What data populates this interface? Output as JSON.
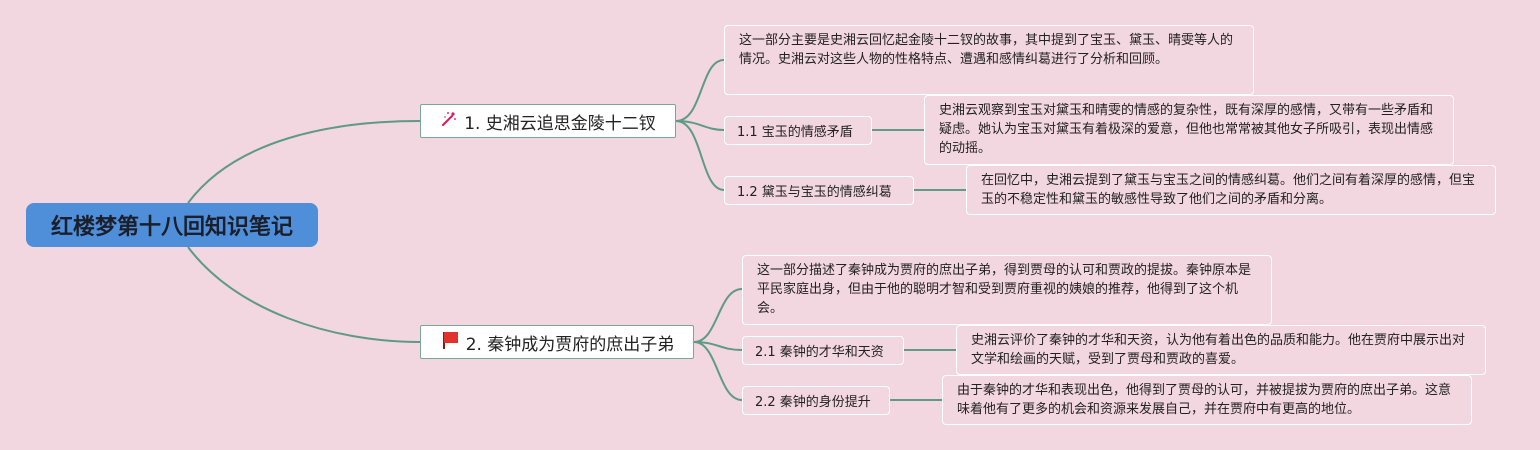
{
  "root": {
    "title": "红楼梦第十八回知识笔记"
  },
  "topics": [
    {
      "label": "1. 史湘云追思金陵十二钗",
      "icon": "sparkle-icon",
      "description": "这一部分主要是史湘云回忆起金陵十二钗的故事，其中提到了宝玉、黛玉、晴雯等人的情况。史湘云对这些人物的性格特点、遭遇和感情纠葛进行了分析和回顾。",
      "subtopics": [
        {
          "label": "1.1 宝玉的情感矛盾",
          "description": "史湘云观察到宝玉对黛玉和晴雯的情感的复杂性，既有深厚的感情，又带有一些矛盾和疑虑。她认为宝玉对黛玉有着极深的爱意，但他也常常被其他女子所吸引，表现出情感的动摇。"
        },
        {
          "label": "1.2 黛玉与宝玉的情感纠葛",
          "description": "在回忆中，史湘云提到了黛玉与宝玉之间的情感纠葛。他们之间有着深厚的感情，但宝玉的不稳定性和黛玉的敏感性导致了他们之间的矛盾和分离。"
        }
      ]
    },
    {
      "label": "2. 秦钟成为贾府的庶出子弟",
      "icon": "red-flag-icon",
      "description": "这一部分描述了秦钟成为贾府的庶出子弟，得到贾母的认可和贾政的提拔。秦钟原本是平民家庭出身，但由于他的聪明才智和受到贾府重视的姨娘的推荐，他得到了这个机会。",
      "subtopics": [
        {
          "label": "2.1 秦钟的才华和天资",
          "description": "史湘云评价了秦钟的才华和天资，认为他有着出色的品质和能力。他在贾府中展示出对文学和绘画的天赋，受到了贾母和贾政的喜爱。"
        },
        {
          "label": "2.2 秦钟的身份提升",
          "description": "由于秦钟的才华和表现出色，他得到了贾母的认可，并被提拔为贾府的庶出子弟。这意味着他有了更多的机会和资源来发展自己，并在贾府中有更高的地位。"
        }
      ]
    }
  ],
  "colors": {
    "background": "#f2d7e0",
    "root_fill": "#4f8fd9",
    "connector": "#5e9a86",
    "flag": "#e0322b",
    "sparkle": "#d81b60"
  }
}
